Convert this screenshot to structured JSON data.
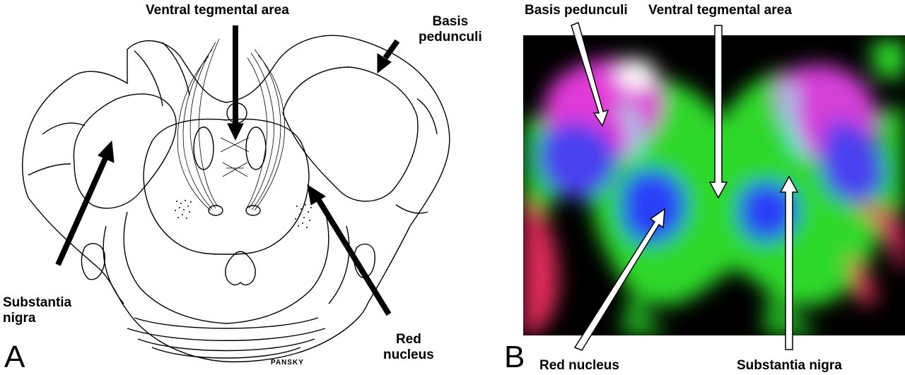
{
  "panel_a": {
    "letter": "A",
    "labels": {
      "ventral_tegmental_area": "Ventral tegmental area",
      "basis_pedunculi": [
        "Basis",
        "pedunculi"
      ],
      "substantia_nigra": [
        "Substantia",
        "nigra"
      ],
      "red_nucleus": [
        "Red",
        "nucleus"
      ],
      "signature": "PANSKY"
    }
  },
  "panel_b": {
    "letter": "B",
    "labels": {
      "basis_pedunculi": "Basis pedunculi",
      "ventral_tegmental_area": "Ventral tegmental area",
      "red_nucleus": "Red nucleus",
      "substantia_nigra": "Substantia nigra"
    }
  }
}
